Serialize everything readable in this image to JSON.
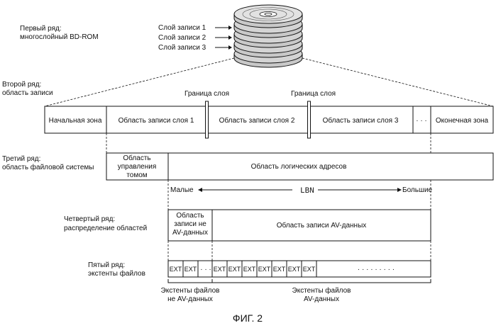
{
  "row1": {
    "title_line1": "Первый ряд:",
    "title_line2": "многослойный BD-ROM",
    "layers": [
      "Слой записи 1",
      "Слой записи 2",
      "Слой записи 3"
    ]
  },
  "row2": {
    "title_line1": "Второй ряд:",
    "title_line2": "область записи",
    "boundary_label": "Граница слоя",
    "cells": {
      "lead_in": "Начальная зона",
      "layer1": "Область записи слоя 1",
      "layer2": "Область записи слоя 2",
      "layer3": "Область записи слоя 3",
      "ellipsis": "· · ·",
      "lead_out": "Оконечная зона"
    }
  },
  "row3": {
    "title_line1": "Третий ряд:",
    "title_line2": "область файловой системы",
    "volume_line1": "Область",
    "volume_line2": "управления",
    "volume_line3": "томом",
    "logical": "Область логических адресов",
    "small": "Малые",
    "lbn": "LBN",
    "large": "Большие"
  },
  "row4": {
    "title_line1": "Четвертый ряд:",
    "title_line2": "распределение областей",
    "non_av_line1": "Область",
    "non_av_line2": "записи не",
    "non_av_line3": "AV-данных",
    "av": "Область записи AV-данных"
  },
  "row5": {
    "title_line1": "Пятый ряд:",
    "title_line2": "экстенты файлов",
    "ext": "EXT",
    "ellipsis_short": "· · ·",
    "ellipsis_long": "· · · · · · · · ·",
    "non_av_caption_line1": "Экстенты файлов",
    "non_av_caption_line2": "не AV-данных",
    "av_caption_line1": "Экстенты файлов",
    "av_caption_line2": "AV-данных"
  },
  "figure_caption": "ФИГ. 2"
}
